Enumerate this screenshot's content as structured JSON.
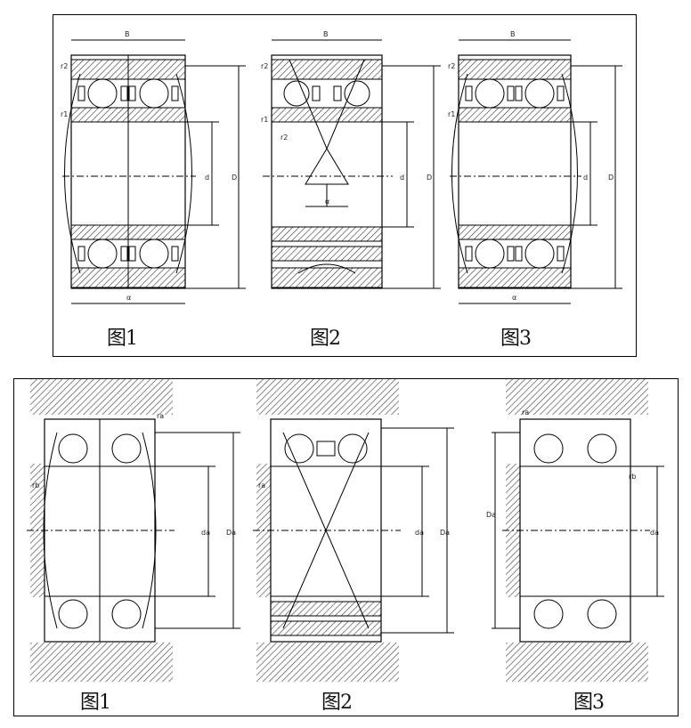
{
  "top": {
    "figures": [
      {
        "caption": "图1",
        "dims": {
          "width": "B",
          "outer": "D",
          "bore": "d",
          "r_outer": "r2",
          "r_inner": "r1",
          "angle": "α"
        }
      },
      {
        "caption": "图2",
        "dims": {
          "width": "B",
          "outer": "D",
          "bore": "d",
          "r_outer": "r2",
          "r_inner": "r1",
          "angle": "α"
        }
      },
      {
        "caption": "图3",
        "dims": {
          "width": "B",
          "outer": "D",
          "bore": "d",
          "r_outer": "r2",
          "r_inner": "r1",
          "angle": "α"
        }
      }
    ]
  },
  "bottom": {
    "figures": [
      {
        "caption": "图1",
        "dims": {
          "ra": "ra",
          "rb": "rb",
          "da": "da",
          "Da": "Da"
        }
      },
      {
        "caption": "图2",
        "dims": {
          "ra": "ra",
          "da": "da",
          "Da": "Da"
        }
      },
      {
        "caption": "图3",
        "dims": {
          "ra": "ra",
          "rb": "rb",
          "da": "da",
          "Da": "Da"
        }
      }
    ]
  },
  "colors": {
    "line": "#000000",
    "hatch": "#444444",
    "background": "#ffffff"
  }
}
